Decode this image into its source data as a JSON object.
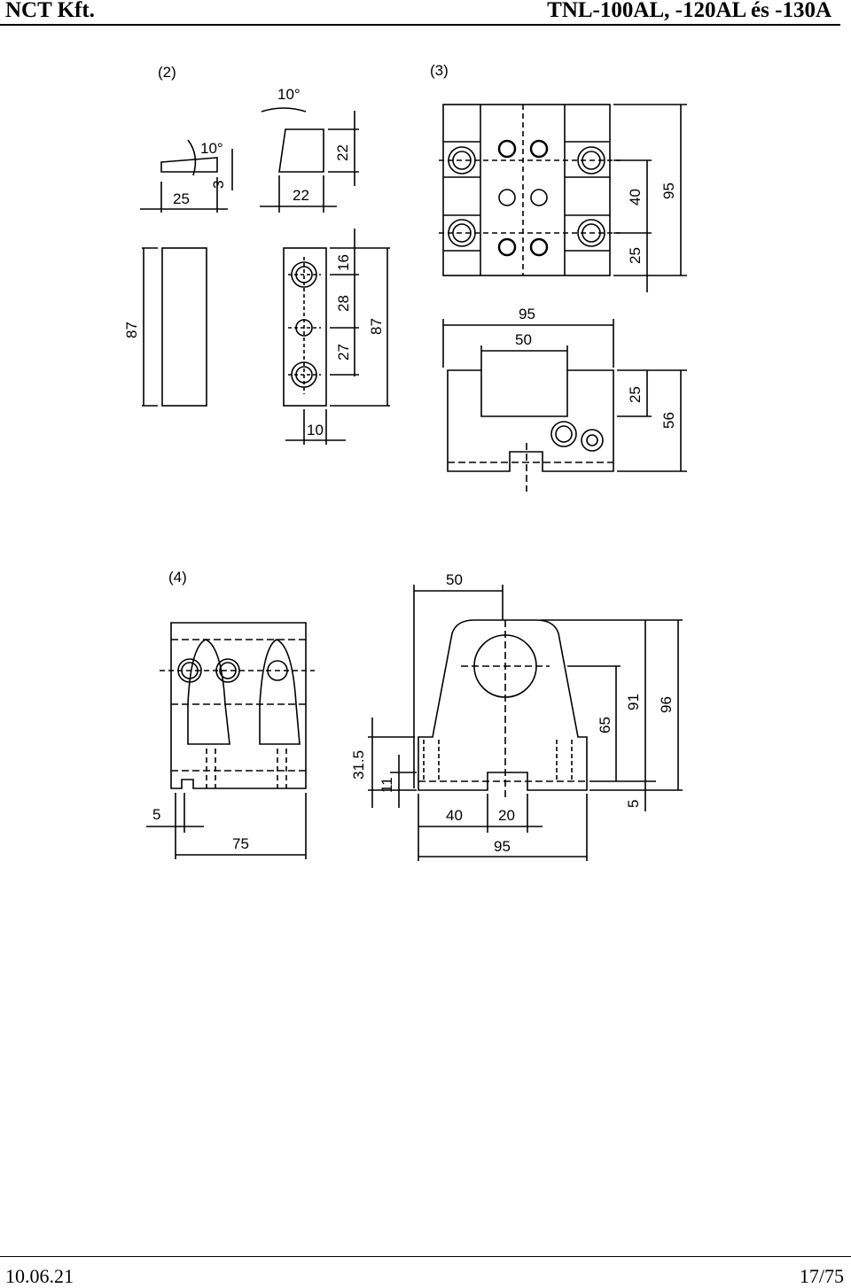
{
  "header": {
    "company": "NCT Kft.",
    "model": "TNL-100AL, -120AL és -130A"
  },
  "footer": {
    "date": "10.06.21",
    "page": "17/75"
  },
  "figures": {
    "fig2": {
      "label": "(2)",
      "dims": {
        "angle_a": "10°",
        "angle_b": "10°",
        "w25": "25",
        "h3": "3",
        "w22": "22",
        "h22": "22",
        "h87a": "87",
        "h87b": "87",
        "d16": "16",
        "d28": "28",
        "d27": "27",
        "w10": "10"
      }
    },
    "fig3": {
      "label": "(3)",
      "dims": {
        "d40": "40",
        "d95v": "95",
        "d25a": "25",
        "w95": "95",
        "w50": "50",
        "d25b": "25",
        "d56": "56"
      }
    },
    "fig4": {
      "label": "(4)",
      "dims": {
        "w50": "50",
        "d5a": "5",
        "w75": "75",
        "d31_5": "31.5",
        "d11": "11",
        "w40": "40",
        "w20": "20",
        "w95": "95",
        "d65": "65",
        "d91": "91",
        "d96": "96",
        "d5b": "5"
      }
    }
  }
}
